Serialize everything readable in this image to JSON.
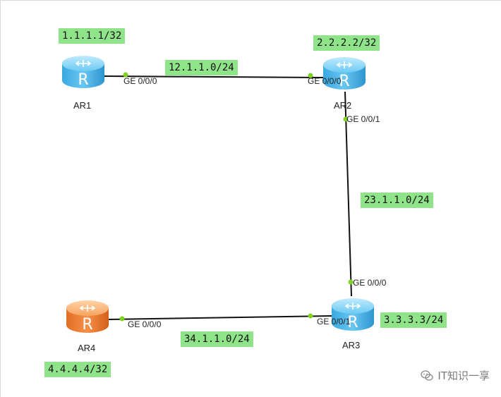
{
  "diagram": {
    "routers": [
      {
        "id": "AR1",
        "name": "AR1",
        "loopback": "1.1.1.1/32",
        "color": "#46b8ec"
      },
      {
        "id": "AR2",
        "name": "AR2",
        "loopback": "2.2.2.2/32",
        "color": "#46b8ec"
      },
      {
        "id": "AR3",
        "name": "AR3",
        "loopback": "3.3.3.3/24",
        "color": "#46b8ec"
      },
      {
        "id": "AR4",
        "name": "AR4",
        "loopback": "4.4.4.4/32",
        "color": "#f0843c"
      }
    ],
    "links": [
      {
        "from": "AR1",
        "to": "AR2",
        "network": "12.1.1.0/24",
        "from_port": "GE 0/0/0",
        "to_port": "GE 0/0/0"
      },
      {
        "from": "AR2",
        "to": "AR3",
        "network": "23.1.1.0/24",
        "from_port": "GE 0/0/1",
        "to_port": "GE 0/0/0"
      },
      {
        "from": "AR4",
        "to": "AR3",
        "network": "34.1.1.0/24",
        "from_port": "GE 0/0/0",
        "to_port": "GE 0/0/1"
      }
    ],
    "router_glyph": "R",
    "colors": {
      "label_bg": "#8fe388",
      "port_dot": "#7ed321",
      "link": "#111111"
    }
  },
  "watermark": {
    "text": "IT知识一享",
    "icon": "wechat-icon"
  }
}
